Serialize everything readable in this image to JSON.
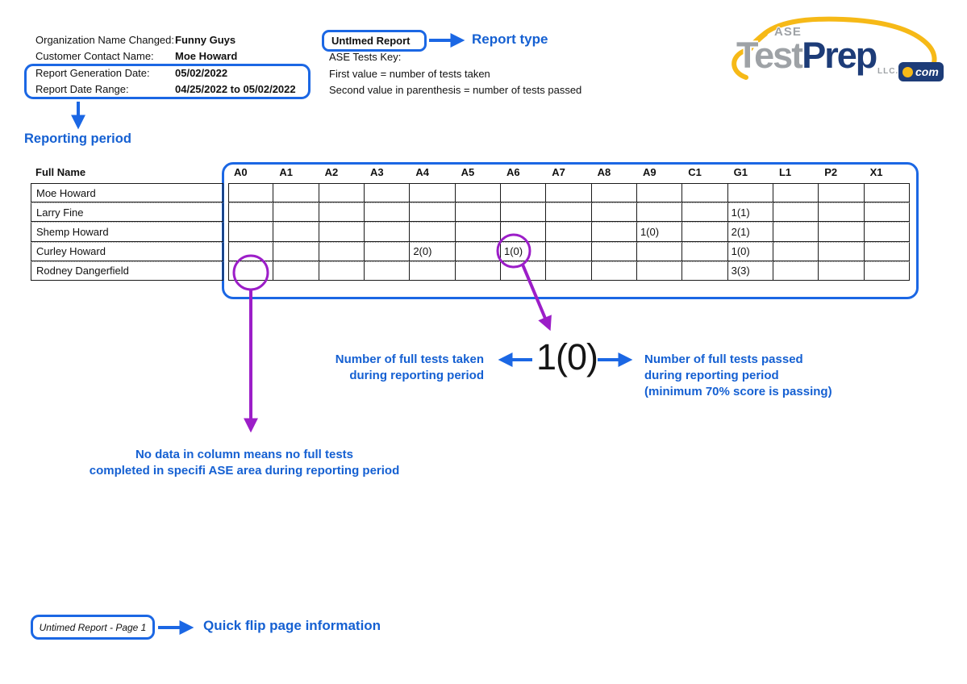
{
  "colors": {
    "accent_blue_line": "#1b67e4",
    "accent_blue_text": "#1560d2",
    "annotation_purple": "#9c1ec8",
    "table_line": "#1a1a1a",
    "logo_navy": "#1d3c78",
    "logo_gray": "#9ea2a6",
    "logo_yellow": "#f6b917"
  },
  "header": {
    "info_rows": [
      {
        "label": "Organization Name Changed:",
        "value": "Funny Guys"
      },
      {
        "label": "Customer Contact Name:",
        "value": "Moe Howard"
      },
      {
        "label": "Report Generation Date:",
        "value": "05/02/2022"
      },
      {
        "label": "Report Date Range:",
        "value": "04/25/2022 to 05/02/2022"
      }
    ],
    "report_type_box_label": "UntImed Report",
    "report_type_annotation": "Report type",
    "ase_tests_key": {
      "title": "ASE Tests Key:",
      "line1": "First value = number of tests taken",
      "line2": "Second value in parenthesis = number of tests passed"
    },
    "reporting_period_annotation": "Reporting period"
  },
  "logo": {
    "ase": "ASE",
    "test": "Test",
    "prep": "Prep",
    "llc": "LLC.",
    "com": "com"
  },
  "table": {
    "name_column_header": "Full Name",
    "columns": [
      "A0",
      "A1",
      "A2",
      "A3",
      "A4",
      "A5",
      "A6",
      "A7",
      "A8",
      "A9",
      "C1",
      "G1",
      "L1",
      "P2",
      "X1"
    ],
    "rows": [
      {
        "name": "Moe Howard",
        "values": [
          "",
          "",
          "",
          "",
          "",
          "",
          "",
          "",
          "",
          "",
          "",
          "",
          "",
          "",
          ""
        ]
      },
      {
        "name": "Larry Fine",
        "values": [
          "",
          "",
          "",
          "",
          "",
          "",
          "",
          "",
          "",
          "",
          "",
          "1(1)",
          "",
          "",
          ""
        ]
      },
      {
        "name": "Shemp Howard",
        "values": [
          "",
          "",
          "",
          "",
          "",
          "",
          "",
          "",
          "",
          "1(0)",
          "",
          "2(1)",
          "",
          "",
          ""
        ]
      },
      {
        "name": "Curley Howard",
        "values": [
          "",
          "",
          "",
          "",
          "2(0)",
          "",
          "1(0)",
          "",
          "",
          "",
          "",
          "1(0)",
          "",
          "",
          ""
        ]
      },
      {
        "name": "Rodney Dangerfield",
        "values": [
          "",
          "",
          "",
          "",
          "",
          "",
          "",
          "",
          "",
          "",
          "",
          "3(3)",
          "",
          "",
          ""
        ]
      }
    ]
  },
  "annotations": {
    "example_value": "1(0)",
    "tests_taken_label": {
      "line1": "Number of full tests taken",
      "line2": "during reporting period"
    },
    "tests_passed_label": {
      "line1": "Number of full tests passed",
      "line2": "during reporting period",
      "line3": "(minimum 70% score is passing)"
    },
    "no_data_label": {
      "line1": "No data in column means no full tests",
      "line2": "completed in specifi ASE area during reporting period"
    }
  },
  "footer": {
    "page_box_label": "Untimed Report - Page 1",
    "annotation": "Quick flip page information"
  }
}
